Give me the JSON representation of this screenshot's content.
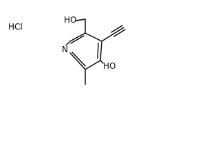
{
  "molecule": {
    "salt_label": "HCl",
    "ch2oh_oxygen_label": "HO",
    "ring_nitrogen_label": "N",
    "phenol_oxygen_label": "HO"
  },
  "colors": {
    "background": "#ffffff",
    "bond": "#000000",
    "text": "#000000"
  }
}
